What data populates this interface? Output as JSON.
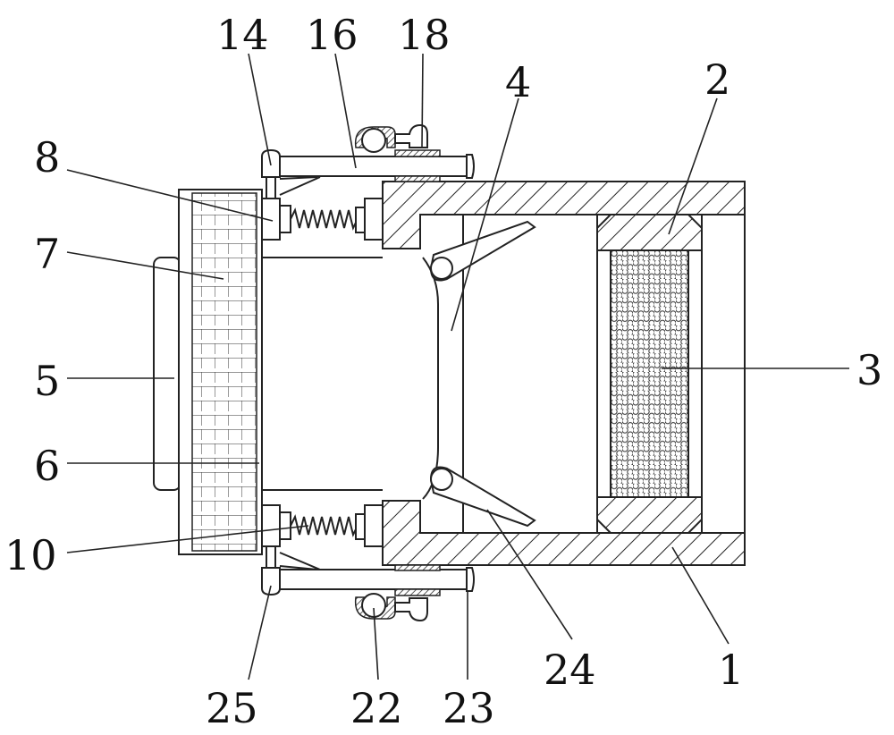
{
  "figure": {
    "labels": {
      "l1": "1",
      "l2": "2",
      "l3": "3",
      "l4": "4",
      "l5": "5",
      "l6": "6",
      "l7": "7",
      "l8": "8",
      "l10": "10",
      "l14": "14",
      "l16": "16",
      "l18": "18",
      "l22": "22",
      "l23": "23",
      "l24": "24",
      "l25": "25"
    }
  }
}
